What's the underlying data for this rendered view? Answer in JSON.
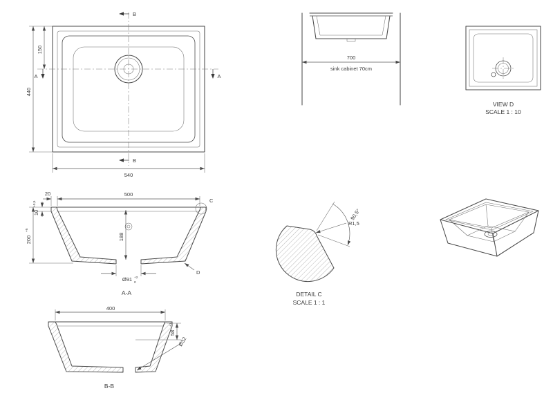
{
  "colors": {
    "background": "#ffffff",
    "object_line": "#4a4a4a",
    "thin_line": "#6b6b6b",
    "text": "#3a3a3a"
  },
  "plan_view": {
    "section_b_top": "B",
    "section_b_bottom": "B",
    "section_a_left": "A",
    "section_a_right": "A",
    "dim_depth": "440",
    "dim_drain_offset": "150",
    "dim_width": "540"
  },
  "front_view": {
    "dim_width": "700",
    "caption": "sink cabinet 70cm"
  },
  "view_d": {
    "title": "VIEW D",
    "scale": "SCALE 1 : 10"
  },
  "section_aa": {
    "dim_rim_width": "20",
    "dim_inner_width": "500",
    "detail_marker": "C",
    "dim_rim_thickness": "10",
    "dim_rim_thickness_tol": "+0,5",
    "dim_height": "200",
    "dim_height_tol": "+5",
    "dim_inner_depth": "188",
    "dim_drain": "Ø91",
    "dim_drain_tol_upper": "+2",
    "dim_drain_tol_lower": "0",
    "edge_marker": "D",
    "caption": "A-A"
  },
  "detail_c": {
    "radius": "R1,5",
    "angle": "90,5°",
    "title": "DETAIL C",
    "scale": "SCALE 1 : 1"
  },
  "section_bb": {
    "dim_width": "400",
    "dim_depth": "58",
    "dim_depth_tol": "+1",
    "dim_drain": "Ø32",
    "caption": "B-B"
  }
}
